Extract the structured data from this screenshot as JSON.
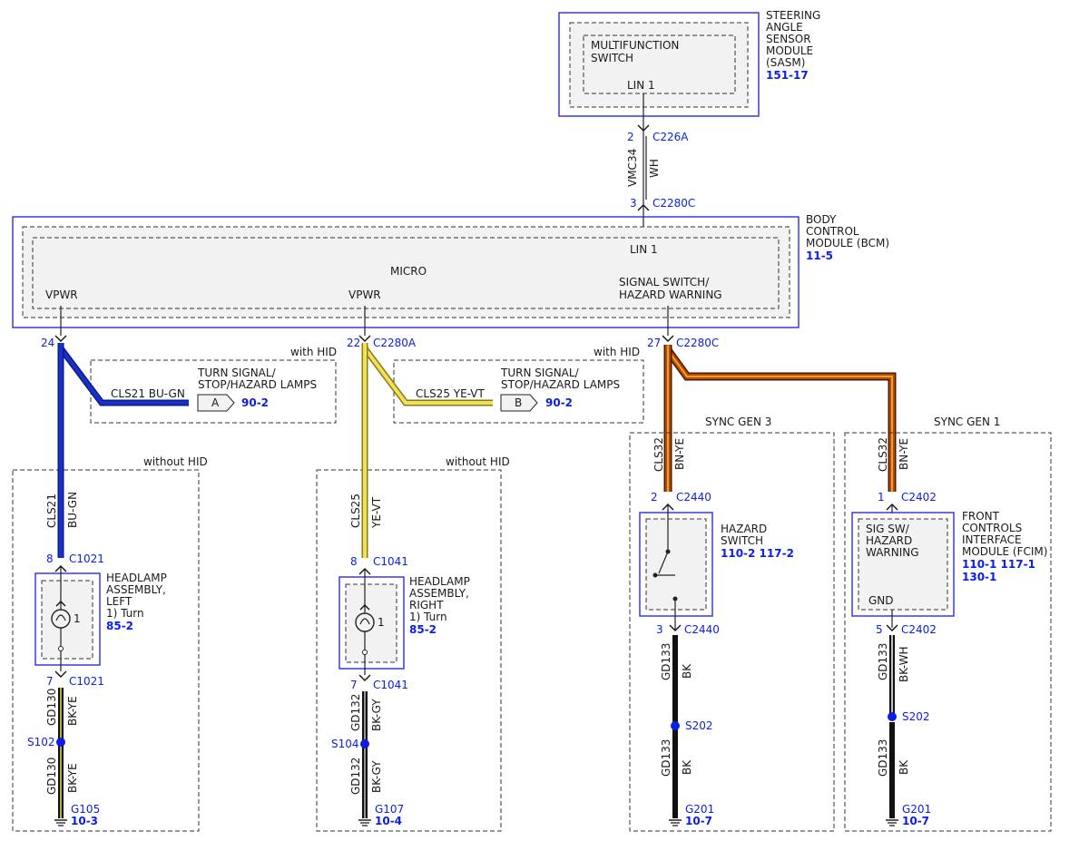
{
  "sasm": {
    "title_lines": [
      "STEERING",
      "ANGLE",
      "SENSOR",
      "MODULE",
      "(SASM)"
    ],
    "ref": "151-17",
    "inner_lines": [
      "MULTIFUNCTION",
      "SWITCH"
    ],
    "pin_label": "LIN 1"
  },
  "c226a": {
    "pin": "2",
    "connector": "C226A"
  },
  "vmc34": {
    "circuit": "VMC34",
    "color": "WH"
  },
  "c2280c_top": {
    "pin": "3",
    "connector": "C2280C"
  },
  "bcm": {
    "title_lines": [
      "BODY",
      "CONTROL",
      "MODULE (BCM)"
    ],
    "ref": "11-5",
    "lin": "LIN 1",
    "micro": "MICRO",
    "vpwr_left": "VPWR",
    "vpwr_mid": "VPWR",
    "signal_lines": [
      "SIGNAL SWITCH/",
      "HAZARD WARNING"
    ]
  },
  "left": {
    "pin24": "24",
    "with_hid": "with HID",
    "circuit_label": "CLS21 BU-GN",
    "lamps_lines": [
      "TURN SIGNAL/",
      "STOP/HAZARD LAMPS"
    ],
    "offpage": "A",
    "offpage_ref": "90-2",
    "without_hid": "without HID",
    "circuit": "CLS21",
    "color": "BU-GN",
    "pin8": "8",
    "conn_c1021": "C1021",
    "headlamp_lines": [
      "HEADLAMP",
      "ASSEMBLY,",
      "LEFT",
      "1) Turn"
    ],
    "headlamp_ref": "85-2",
    "bulb_num": "1",
    "pin7": "7",
    "conn_c1021b": "C1021",
    "gd_circuit": "GD130",
    "gd_color": "BK-YE",
    "splice": "S102",
    "gd_circuit2": "GD130",
    "gd_color2": "BK-YE",
    "ground": "G105",
    "ground_ref": "10-3"
  },
  "mid": {
    "pin22": "22",
    "conn": "C2280A",
    "with_hid": "with HID",
    "circuit_label": "CLS25 YE-VT",
    "lamps_lines": [
      "TURN SIGNAL/",
      "STOP/HAZARD LAMPS"
    ],
    "offpage": "B",
    "offpage_ref": "90-2",
    "without_hid": "without HID",
    "circuit": "CLS25",
    "color": "YE-VT",
    "pin8": "8",
    "conn_c1041": "C1041",
    "headlamp_lines": [
      "HEADLAMP",
      "ASSEMBLY,",
      "RIGHT",
      "1) Turn"
    ],
    "headlamp_ref": "85-2",
    "bulb_num": "1",
    "pin7": "7",
    "conn_c1041b": "C1041",
    "gd_circuit": "GD132",
    "gd_color": "BK-GY",
    "splice": "S104",
    "gd_circuit2": "GD132",
    "gd_color2": "BK-GY",
    "ground": "G107",
    "ground_ref": "10-4"
  },
  "right": {
    "pin27": "27",
    "conn": "C2280C",
    "sync3": "SYNC GEN 3",
    "sync1": "SYNC GEN 1",
    "s3": {
      "circuit": "CLS32",
      "color": "BN-YE",
      "pin2": "2",
      "conn_top": "C2440",
      "switch_lines": [
        "HAZARD",
        "SWITCH"
      ],
      "switch_ref": "110-2 117-2",
      "pin3": "3",
      "conn_bot": "C2440",
      "gd_circuit": "GD133",
      "gd_color": "BK",
      "splice": "S202",
      "gd_circuit2": "GD133",
      "gd_color2": "BK",
      "ground": "G201",
      "ground_ref": "10-7"
    },
    "s1": {
      "circuit": "CLS32",
      "color": "BN-YE",
      "pin1": "1",
      "conn_top": "C2402",
      "inner_lines": [
        "SIG SW/",
        "HAZARD",
        "WARNING"
      ],
      "gnd": "GND",
      "fcim_lines": [
        "FRONT",
        "CONTROLS",
        "INTERFACE",
        "MODULE (FCIM)"
      ],
      "fcim_ref1": "110-1 117-1",
      "fcim_ref2": "130-1",
      "pin5": "5",
      "conn_bot": "C2402",
      "gd_circuit": "GD133",
      "gd_color": "BK-WH",
      "splice": "S202",
      "gd_circuit2": "GD133",
      "gd_color2": "BK",
      "ground": "G201",
      "ground_ref": "10-7"
    }
  },
  "colors": {
    "blue_wire": "#1732c8",
    "yellow_wire": "#f0e05a",
    "brown_wire": "#8a3a10",
    "orange_stripe": "#f0a020",
    "black_wire": "#111111",
    "link_blue": "#0a1ee6",
    "box_blue": "#2a2ae8"
  }
}
